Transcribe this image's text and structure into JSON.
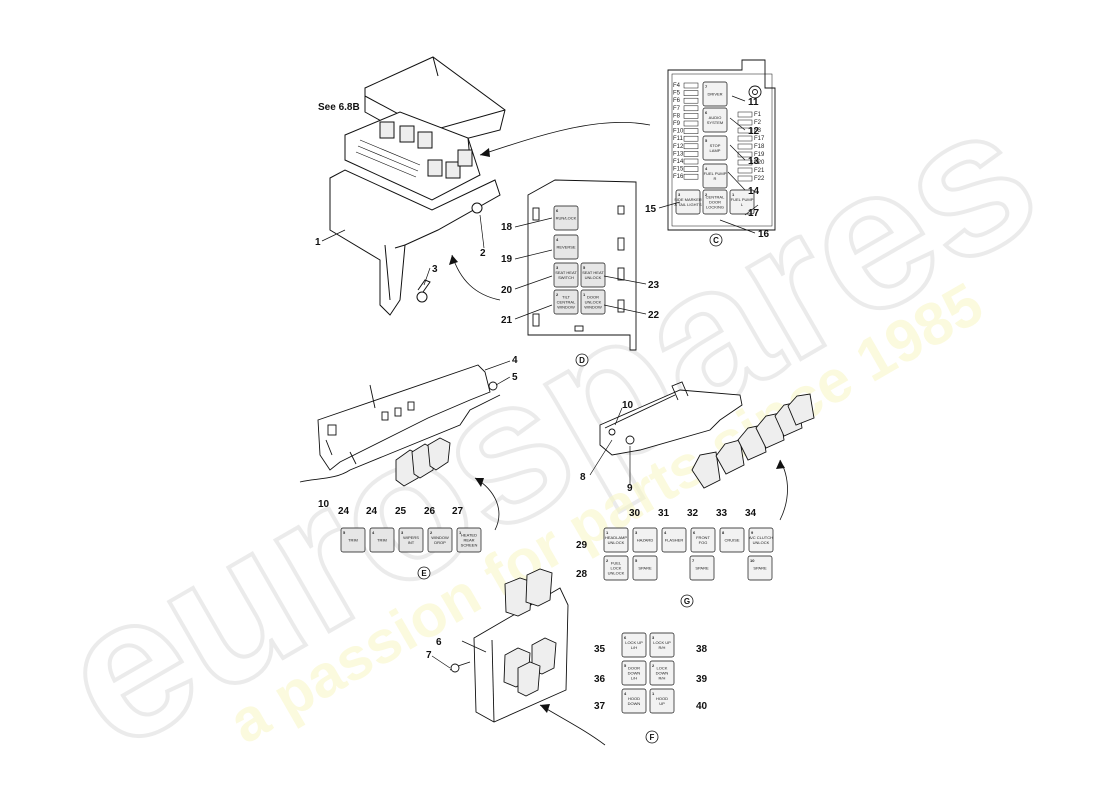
{
  "see_reference": "See 6.8B",
  "watermark": {
    "brand": "eurospares",
    "tagline": "a passion for parts since 1985"
  },
  "callouts": [
    "1",
    "2",
    "3",
    "4",
    "5",
    "6",
    "7",
    "8",
    "9",
    "10",
    "10",
    "11",
    "12",
    "13",
    "14",
    "15",
    "16",
    "17",
    "18",
    "19",
    "20",
    "21",
    "22",
    "23",
    "24",
    "24",
    "25",
    "26",
    "27",
    "28",
    "29",
    "30",
    "31",
    "32",
    "33",
    "34",
    "35",
    "36",
    "37",
    "38",
    "39",
    "40"
  ],
  "views": {
    "C": "C",
    "D": "D",
    "E": "E",
    "F": "F",
    "G": "G"
  },
  "view_c_relays": [
    {
      "num": "7",
      "text": "DRIVER"
    },
    {
      "num": "6",
      "text": "AUDIO\nSYSTEM"
    },
    {
      "num": "5",
      "text": "STOP\nLAMP"
    },
    {
      "num": "4",
      "text": "FUEL PUMP\nR"
    },
    {
      "num": "3",
      "text": "SIDE MARKER\n& TAIL LIGHTS"
    },
    {
      "num": "2",
      "text": "CENTRAL\nDOOR\nLOCKING"
    },
    {
      "num": "1",
      "text": "FUEL PUMP\nL"
    }
  ],
  "view_d_relays": [
    {
      "num": "6",
      "text": "RUN/LOCK"
    },
    {
      "num": "4",
      "text": "REVERSE"
    },
    {
      "num": "3",
      "text": "SEAT HEAT\nSWITCH"
    },
    {
      "num": "5",
      "text": "SEAT HEAT\nUNLOCK"
    },
    {
      "num": "2",
      "text": "TILT\nCENTRAL\nWINDOW"
    },
    {
      "num": "1",
      "text": "DOOR\nUNLOCK\nWINDOW"
    }
  ],
  "view_e_relays": [
    {
      "num": "5",
      "text": "TRIM"
    },
    {
      "num": "4",
      "text": "TRIM"
    },
    {
      "num": "3",
      "text": "WIPERS\nINT"
    },
    {
      "num": "2",
      "text": "WINDOW\nDROP"
    },
    {
      "num": "1",
      "text": "HEATED\nREAR\nSCREEN"
    }
  ],
  "view_f_relays": [
    {
      "num": "6",
      "text": "LOCK UP\nL/H"
    },
    {
      "num": "3",
      "text": "LOCK UP\nR/H"
    },
    {
      "num": "5",
      "text": "DOOR\nDOWN\nL/H"
    },
    {
      "num": "2",
      "text": "LOCK\nDOWN\nR/H"
    },
    {
      "num": "4",
      "text": "HOOD\nDOWN"
    },
    {
      "num": "1",
      "text": "HOOD\nUP"
    }
  ],
  "view_g_relays_top": [
    {
      "num": "1",
      "text": "HEADLAMP\nUNLOCK"
    },
    {
      "num": "3",
      "text": "HAZARD"
    },
    {
      "num": "4",
      "text": "FLASHER"
    },
    {
      "num": "6",
      "text": "FRONT\nFOG"
    },
    {
      "num": "8",
      "text": "CRUISE"
    },
    {
      "num": "9",
      "text": "A/C CLUTCH\nUNLOCK"
    }
  ],
  "view_g_relays_bottom": [
    {
      "num": "2",
      "text": "FUEL\nLOCK\nUNLOCK"
    },
    {
      "num": "5",
      "text": "SPARE"
    },
    {
      "num": "7",
      "text": "SPARE"
    },
    {
      "num": "10",
      "text": "SPARE"
    }
  ],
  "fuse_labels_left": [
    "F4",
    "F5",
    "F6",
    "F7",
    "F8",
    "F9",
    "F10",
    "F11",
    "F12",
    "F13",
    "F14",
    "F15",
    "F16"
  ],
  "fuse_labels_right": [
    "F1",
    "F2",
    "F3",
    "F17",
    "F18",
    "F19",
    "F20",
    "F21",
    "F22"
  ]
}
